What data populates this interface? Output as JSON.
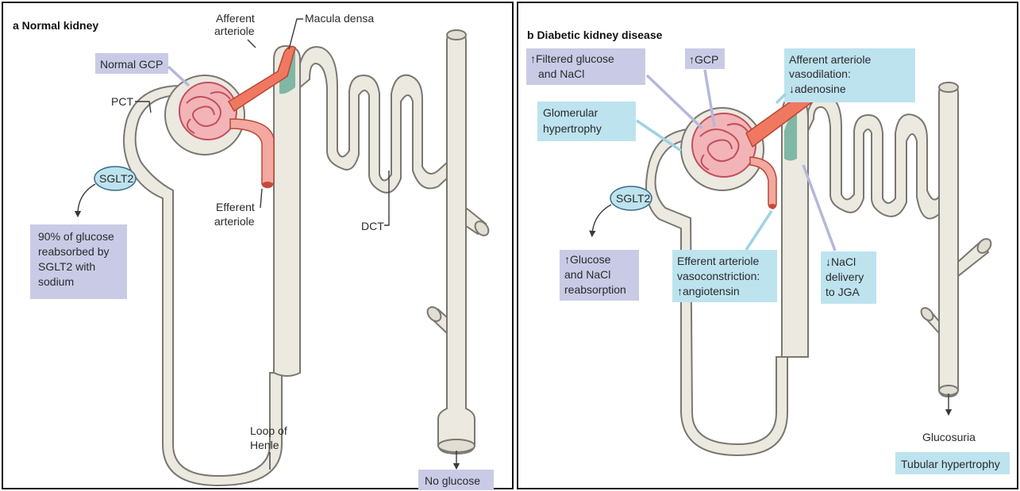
{
  "panel_a": {
    "title": "a  Normal kidney",
    "labels": {
      "afferent_arteriole_1": "Afferent",
      "afferent_arteriole_2": "arteriole",
      "macula_densa": "Macula densa",
      "pct": "PCT",
      "efferent_arteriole_1": "Efferent",
      "efferent_arteriole_2": "arteriole",
      "dct": "DCT",
      "loop_of_henle_1": "Loop of",
      "loop_of_henle_2": "Henle"
    },
    "boxes": {
      "normal_gcp": "Normal GCP",
      "sglt2": "SGLT2",
      "glucose_1": "90% of glucose",
      "glucose_2": "reabsorbed by",
      "glucose_3": "SGLT2 with",
      "glucose_4": "sodium",
      "no_glucose": "No glucose"
    }
  },
  "panel_b": {
    "title": "b  Diabetic kidney disease",
    "boxes": {
      "filtered_1": "↑Filtered glucose",
      "filtered_2": "and NaCl",
      "gcp": "↑GCP",
      "afferent_1": "Afferent arteriole",
      "afferent_2": "vasodilation:",
      "afferent_3": "↓adenosine",
      "glomerular_1": "Glomerular",
      "glomerular_2": "hypertrophy",
      "sglt2": "SGLT2",
      "reabs_1": "↑Glucose",
      "reabs_2": "and NaCl",
      "reabs_3": "reabsorption",
      "efferent_1": "Efferent arteriole",
      "efferent_2": "vasoconstriction:",
      "efferent_3": "↑angiotensin",
      "nacl_1": "↓NaCl",
      "nacl_2": "delivery",
      "nacl_3": "to JGA",
      "glucosuria": "Glucosuria",
      "tubular": "Tubular hypertrophy"
    }
  },
  "colors": {
    "tubule": "#ece9e1",
    "afferent_arteriole": "#f07860",
    "efferent_arteriole": "#f3a8a0",
    "glomerulus": "#f3b4b8",
    "macula_densa": "#7fb8a4",
    "box_purple": "#c9cbe6",
    "box_blue": "#bde3ef"
  }
}
